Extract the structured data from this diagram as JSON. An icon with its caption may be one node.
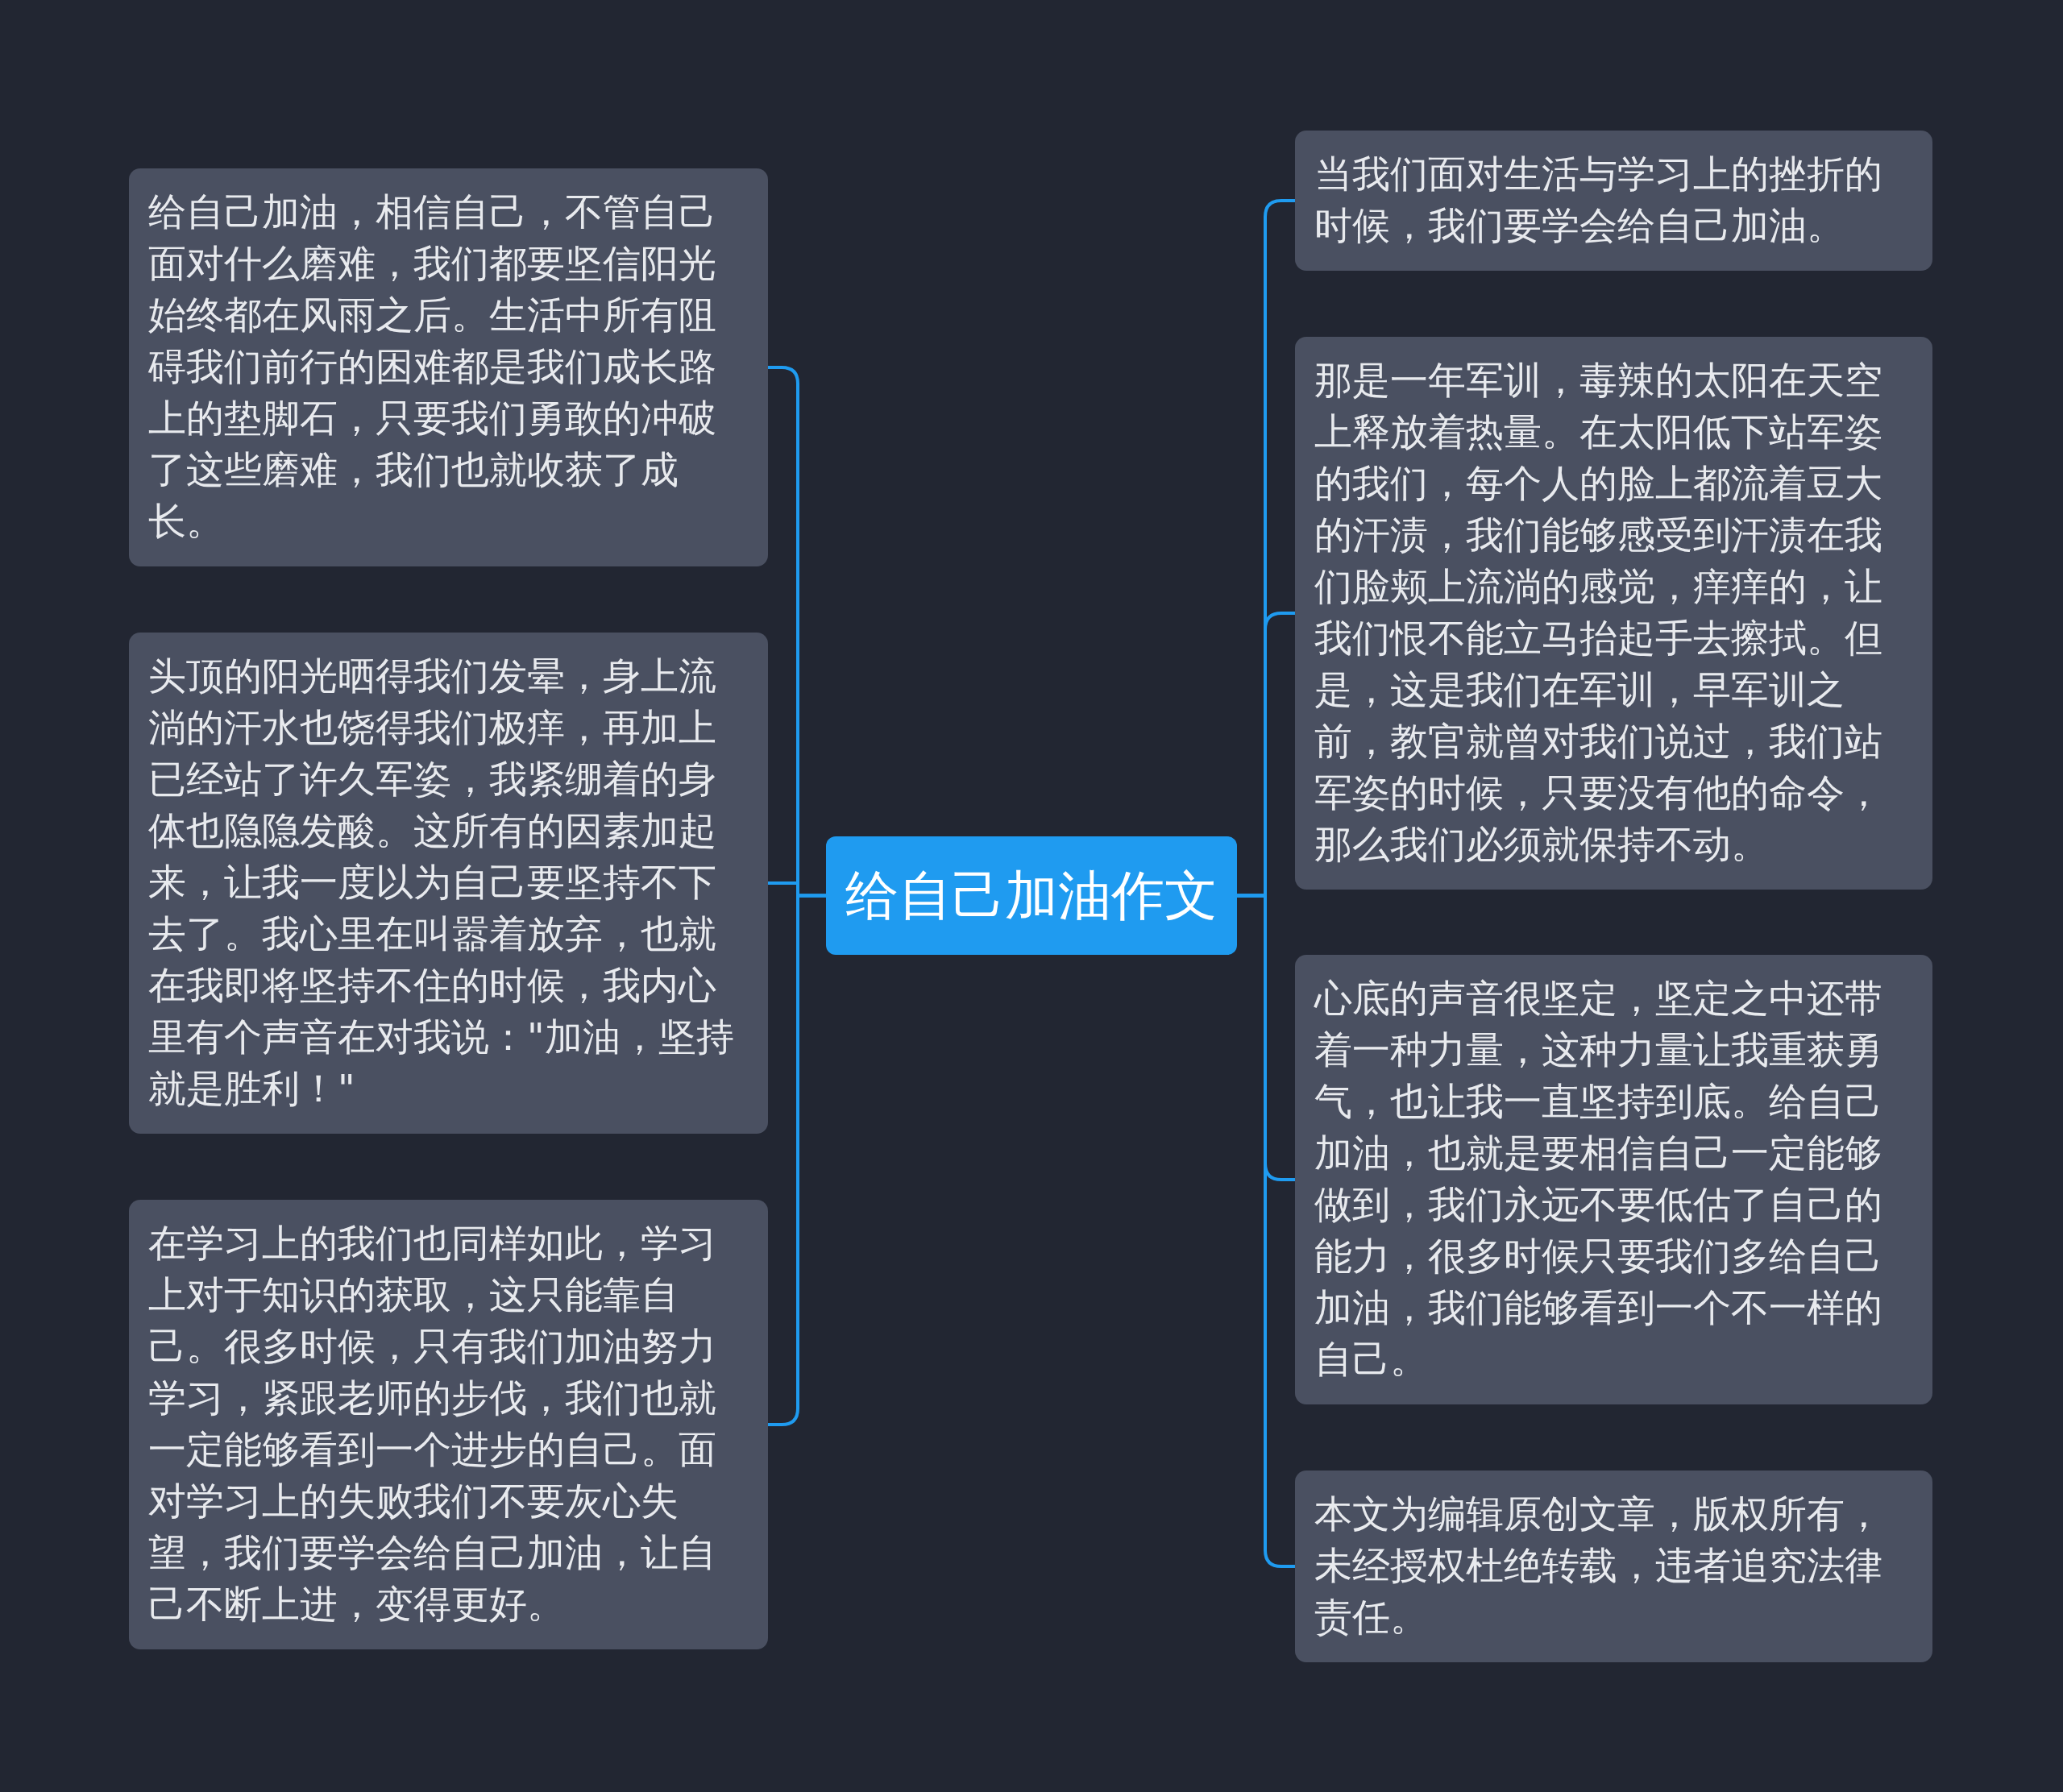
{
  "diagram": {
    "nodes": [
      {
        "text": [
          "给自己加油作文"
        ]
      },
      {
        "text": [
          "给自己加油，相信自己，不管自己面对什么磨难，我们都要坚信阳光始终都在风雨之后。生活中所有阻碍我们前行的困难都是我们成长路上的垫脚石，只要我们勇敢的冲破了这些磨难，我们也就收获了成长。"
        ]
      },
      {
        "text": [
          "头顶的阳光晒得我们发晕，身上流淌的汗水也饶得我们极痒，再加上已经站了许久军姿，我紧绷着的身体也隐隐发酸。这所有的因素加起来，让我一度以为自己要坚持不下去了。我心里在叫嚣着放弃，也就在我即将坚持不住的时候，我内心里有个声音在对我说：\"加油，坚持就是胜利！\""
        ]
      },
      {
        "text": [
          "在学习上的我们也同样如此，学习上对于知识的获取，这只能靠自己。很多时候，只有我们加油努力学习，紧跟老师的步伐，我们也就一定能够看到一个进步的自己。面对学习上的失败我们不要灰心失望，我们要学会给自己加油，让自己不断上进，变得更好。"
        ]
      },
      {
        "text": [
          "当我们面对生活与学习上的挫折的时候，我们要学会给自己加油。"
        ]
      },
      {
        "text": [
          "那是一年军训，毒辣的太阳在天空上释放着热量。在太阳低下站军姿的我们，每个人的脸上都流着豆大的汗渍，我们能够感受到汗渍在我们脸颊上流淌的感觉，痒痒的，让我们恨不能立马抬起手去擦拭。但是，这是我们在军训，早军训之前，教官就曾对我们说过，我们站军姿的时候，只要没有他的命令，那么我们必须就保持不动。"
        ]
      },
      {
        "text": [
          "心底的声音很坚定，坚定之中还带着一种力量，这种力量让我重获勇气，也让我一直坚持到底。给自己加油，也就是要相信自己一定能够做到，我们永远不要低估了自己的能力，很多时候只要我们多给自己加油，我们能够看到一个不一样的自己。"
        ]
      },
      {
        "text": [
          "本文为编辑原创文章，版权所有，未经授权杜绝转载，违者追究法律责任。"
        ]
      }
    ],
    "edges": [
      {
        "from": 0,
        "to": 1,
        "arrow": "none"
      },
      {
        "from": 0,
        "to": 2,
        "arrow": "none"
      },
      {
        "from": 0,
        "to": 3,
        "arrow": "none"
      },
      {
        "from": 0,
        "to": 4,
        "arrow": "none"
      },
      {
        "from": 0,
        "to": 5,
        "arrow": "none"
      },
      {
        "from": 0,
        "to": 6,
        "arrow": "none"
      },
      {
        "from": 0,
        "to": 7,
        "arrow": "none"
      }
    ]
  }
}
